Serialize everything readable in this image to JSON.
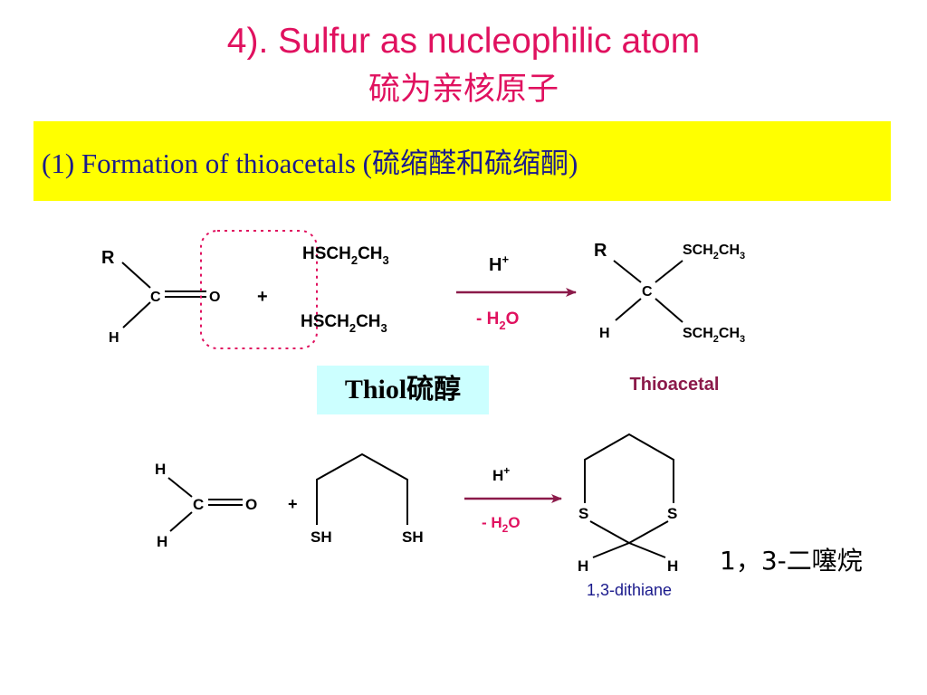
{
  "slide": {
    "title_en": "4). Sulfur as nucleophilic atom",
    "title_cn": "硫为亲核原子",
    "section_heading": "(1)  Formation of thioacetals (硫缩醛和硫缩酮)"
  },
  "reaction1": {
    "r_label": "R",
    "h_label": "H",
    "c_label": "C",
    "o_label": "O",
    "plus": "+",
    "thiol_1_pre": "HSCH",
    "thiol_2_pre": "HSCH",
    "sub2": "2",
    "ch": "CH",
    "sub3": "3",
    "catalyst_h": "H",
    "catalyst_sup": "+",
    "minus_water": "- H",
    "water_o": "O",
    "product_r": "R",
    "product_c": "C",
    "product_h": "H",
    "product_sch": "SCH",
    "thiol_label": "Thiol硫醇",
    "product_name": "Thioacetal"
  },
  "reaction2": {
    "h_top": "H",
    "h_bottom": "H",
    "c_label": "C",
    "o_label": "O",
    "plus": "+",
    "sh_left": "SH",
    "sh_right": "SH",
    "catalyst_h": "H",
    "catalyst_sup": "+",
    "minus_water": "- H",
    "sub2": "2",
    "water_o": "O",
    "s_left": "S",
    "s_right": "S",
    "h_left": "H",
    "h_right": "H",
    "product_name": "1,3-dithiane",
    "product_cn": "1，3-二噻烷"
  },
  "colors": {
    "title": "#e0115f",
    "banner": "#ffff00",
    "heading_text": "#1a1a8c",
    "thiol_box": "#ccffff",
    "arrow": "#8b1a4a",
    "dotted_box": "#e0115f"
  }
}
